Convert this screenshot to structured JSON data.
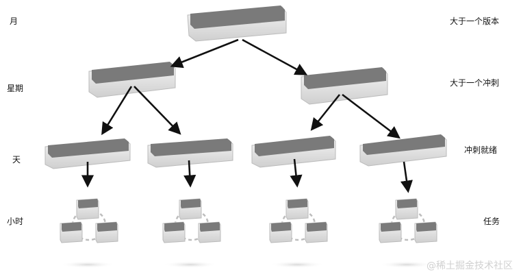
{
  "levels": [
    {
      "left": "月",
      "right": "大于一个版本"
    },
    {
      "left": "星期",
      "right": "大于一个冲刺"
    },
    {
      "left": "天",
      "right": "冲刺就绪"
    },
    {
      "left": "小时",
      "right": "任务"
    }
  ],
  "watermark": "@稀土掘金技术社区",
  "colors": {
    "block_face": "#7a7a7a",
    "block_side": "#e6e6e6",
    "arrow": "#111111"
  }
}
